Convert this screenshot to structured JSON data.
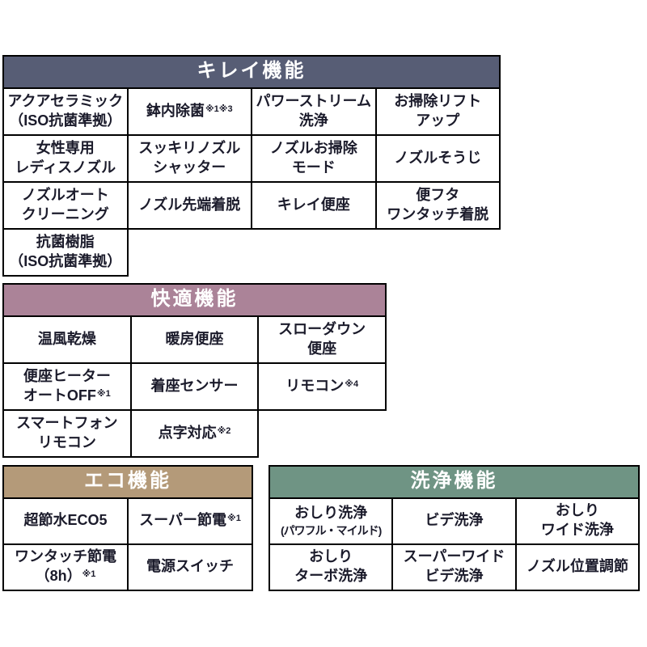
{
  "page": {
    "background": "#ffffff",
    "text_color": "#1b1b2b",
    "border_color": "#000000"
  },
  "tables": [
    {
      "id": "kirei",
      "title": "キレイ機能",
      "header_color": "#575d75",
      "columns": 4,
      "rows": [
        [
          {
            "lines": [
              [
                "アクアセラミック"
              ],
              [
                "（ISO抗菌準拠）"
              ]
            ]
          },
          {
            "lines": [
              [
                "鉢内除菌",
                "※1※3"
              ]
            ]
          },
          {
            "lines": [
              [
                "パワーストリーム"
              ],
              [
                "洗浄"
              ]
            ]
          },
          {
            "lines": [
              [
                "お掃除リフト"
              ],
              [
                "アップ"
              ]
            ]
          }
        ],
        [
          {
            "lines": [
              [
                "女性専用"
              ],
              [
                "レディスノズル"
              ]
            ]
          },
          {
            "lines": [
              [
                "スッキリノズル"
              ],
              [
                "シャッター"
              ]
            ]
          },
          {
            "lines": [
              [
                "ノズルお掃除"
              ],
              [
                "モード"
              ]
            ]
          },
          {
            "lines": [
              [
                "ノズルそうじ"
              ]
            ]
          }
        ],
        [
          {
            "lines": [
              [
                "ノズルオート"
              ],
              [
                "クリーニング"
              ]
            ]
          },
          {
            "lines": [
              [
                "ノズル先端着脱"
              ]
            ]
          },
          {
            "lines": [
              [
                "キレイ便座"
              ]
            ]
          },
          {
            "lines": [
              [
                "便フタ"
              ],
              [
                "ワンタッチ着脱"
              ]
            ]
          }
        ],
        [
          {
            "lines": [
              [
                "抗菌樹脂"
              ],
              [
                "（ISO抗菌準拠）"
              ]
            ]
          }
        ]
      ]
    },
    {
      "id": "kaiteki",
      "title": "快適機能",
      "header_color": "#ab8398",
      "columns": 3,
      "rows": [
        [
          {
            "lines": [
              [
                "温風乾燥"
              ]
            ]
          },
          {
            "lines": [
              [
                "暖房便座"
              ]
            ]
          },
          {
            "lines": [
              [
                "スローダウン"
              ],
              [
                "便座"
              ]
            ]
          }
        ],
        [
          {
            "lines": [
              [
                "便座ヒーター"
              ],
              [
                "オートOFF",
                "※1"
              ]
            ]
          },
          {
            "lines": [
              [
                "着座センサー"
              ]
            ]
          },
          {
            "lines": [
              [
                "リモコン",
                "※4"
              ]
            ]
          }
        ],
        [
          {
            "lines": [
              [
                "スマートフォン"
              ],
              [
                "リモコン"
              ]
            ]
          },
          {
            "lines": [
              [
                "点字対応",
                "※2"
              ]
            ]
          }
        ]
      ]
    },
    {
      "id": "eco",
      "title": "エコ機能",
      "header_color": "#b49a79",
      "columns": 2,
      "rows": [
        [
          {
            "lines": [
              [
                "超節水ECO5"
              ]
            ]
          },
          {
            "lines": [
              [
                "スーパー節電",
                "※1"
              ]
            ]
          }
        ],
        [
          {
            "lines": [
              [
                "ワンタッチ節電"
              ],
              [
                "（8h）",
                "※1"
              ]
            ]
          },
          {
            "lines": [
              [
                "電源スイッチ"
              ]
            ]
          }
        ]
      ]
    },
    {
      "id": "senjo",
      "title": "洗浄機能",
      "header_color": "#6f9484",
      "columns": 3,
      "rows": [
        [
          {
            "lines": [
              [
                "おしり洗浄"
              ],
              [
                "(パワフル・マイルド)"
              ]
            ]
          },
          {
            "lines": [
              [
                "ビデ洗浄"
              ]
            ]
          },
          {
            "lines": [
              [
                "おしり"
              ],
              [
                "ワイド洗浄"
              ]
            ]
          }
        ],
        [
          {
            "lines": [
              [
                "おしり"
              ],
              [
                "ターボ洗浄"
              ]
            ]
          },
          {
            "lines": [
              [
                "スーパーワイド"
              ],
              [
                "ビデ洗浄"
              ]
            ]
          },
          {
            "lines": [
              [
                "ノズル位置調節"
              ]
            ]
          }
        ]
      ]
    }
  ]
}
